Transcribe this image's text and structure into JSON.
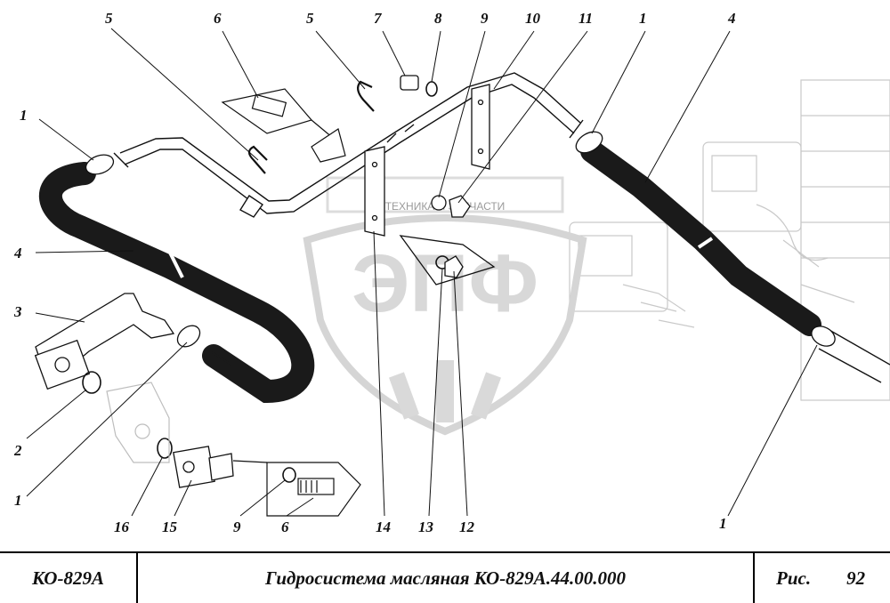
{
  "watermark": {
    "top_text": "ТЕХНИКА И ЗАПЧАСТИ",
    "logo_letters": "ЭПФ"
  },
  "callouts": [
    "1",
    "1",
    "1",
    "1",
    "2",
    "3",
    "4",
    "4",
    "5",
    "5",
    "6",
    "6",
    "7",
    "8",
    "9",
    "9",
    "10",
    "11",
    "12",
    "13",
    "14",
    "15",
    "16"
  ],
  "title_block": {
    "model": "КО-829А",
    "title": "Гидросистема масляная КО-829А.44.00.000",
    "fig_label": "Рис.",
    "fig_number": "92"
  },
  "colors": {
    "line": "#111111",
    "hose": "#1a1a1a",
    "watermark": "#c8c8c8"
  }
}
